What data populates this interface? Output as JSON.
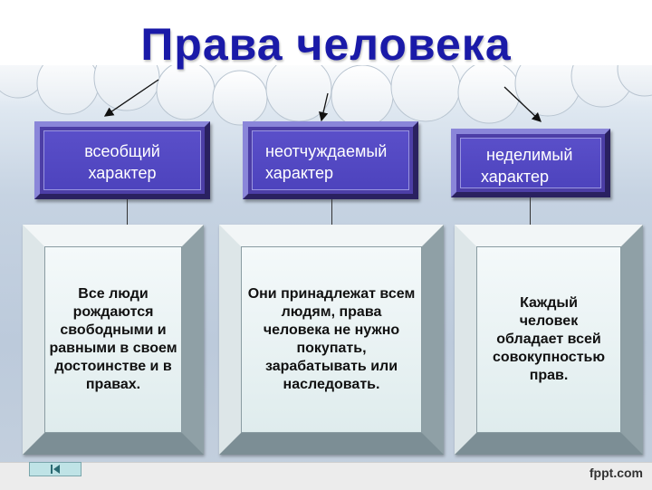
{
  "title": "Права человека",
  "principles": [
    {
      "header_line1": "всеобщий",
      "header_line2": "характер",
      "description": "Все люди рождаются свободными и равными в своем достоинстве и в правах."
    },
    {
      "header_line1": "неотчуждаемый",
      "header_line2": "характер",
      "description": "Они принадлежат всем людям, права человека не нужно покупать, зарабатывать или наследовать."
    },
    {
      "header_line1": "неделимый",
      "header_line2": "характер",
      "description": "Каждый человек обладает всей совокупностью прав."
    }
  ],
  "footer": {
    "brand": "fppt.com",
    "nav_icon": "back-to-start-icon"
  },
  "colors": {
    "title": "#1a1aa8",
    "header_fill": "#4d43bd",
    "frame_fill": "#dfeced"
  }
}
